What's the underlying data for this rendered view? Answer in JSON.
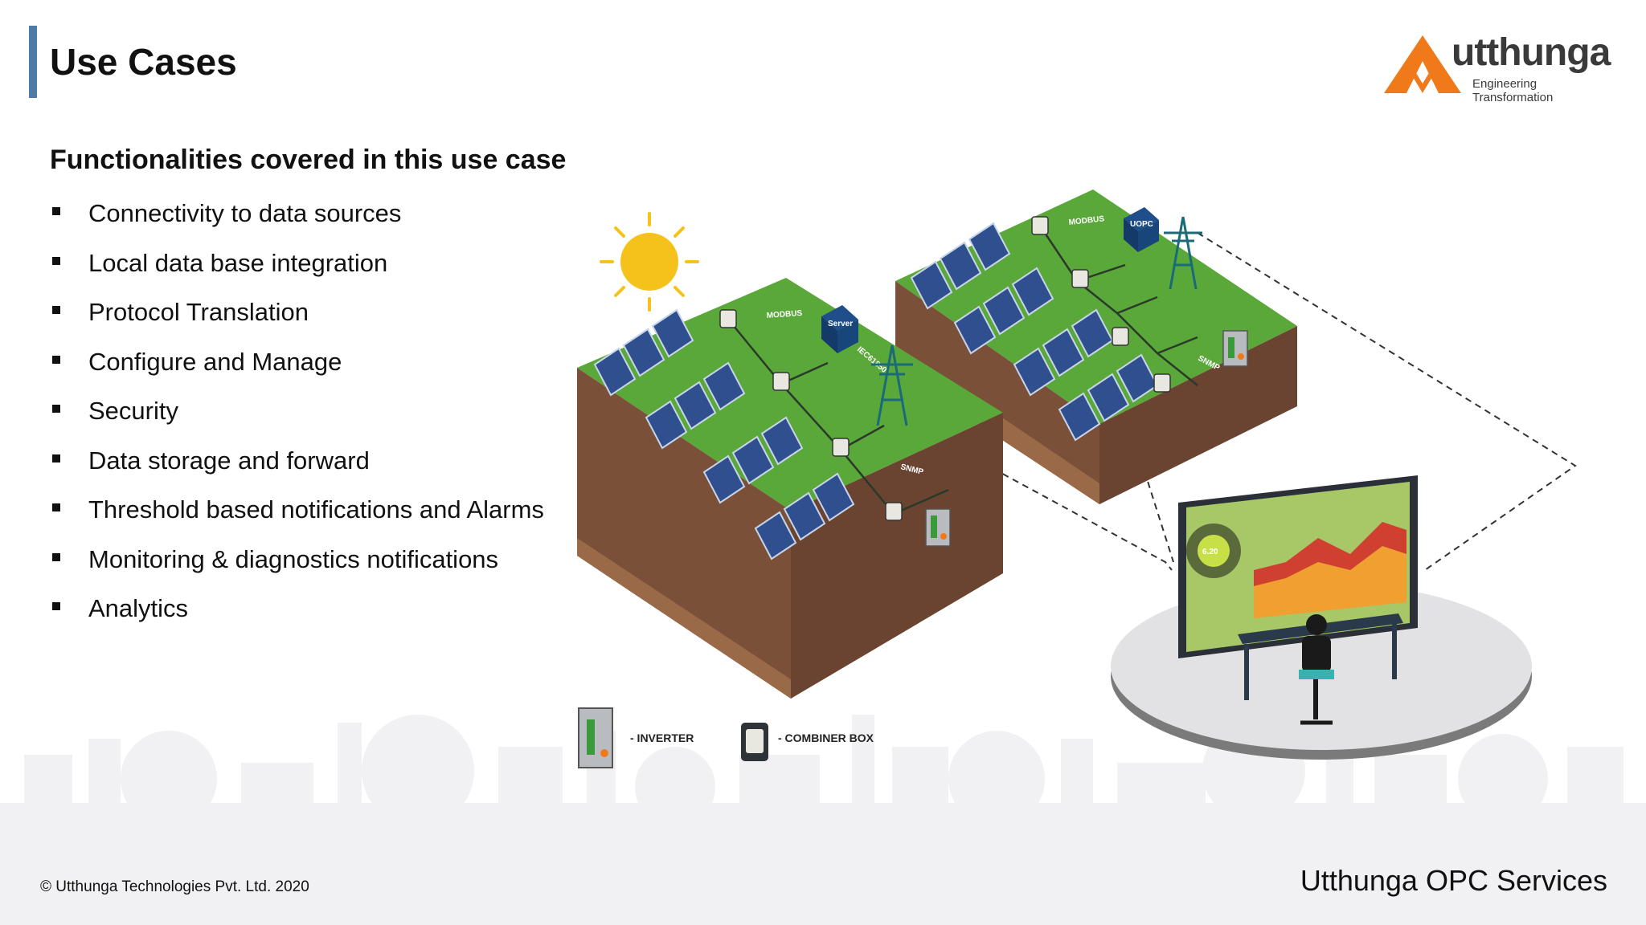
{
  "header": {
    "title": "Use Cases",
    "logo_word": "utthunga",
    "logo_tagline": "Engineering Transformation"
  },
  "content": {
    "subtitle": "Functionalities covered in this use case",
    "items": [
      "Connectivity to data sources",
      "Local data base integration",
      "Protocol Translation",
      "Configure and Manage",
      "Security",
      "Data storage and forward",
      "Threshold based notifications and Alarms",
      "Monitoring & diagnostics notifications",
      "Analytics"
    ]
  },
  "illustration": {
    "protocol_modbus": "MODBUS",
    "protocol_snmp": "SNMP",
    "protocol_iec": "IEC61850",
    "server_label": "UOPC",
    "server_sub": "Server",
    "dashboard_value": "6.20",
    "legend_inverter": "- INVERTER",
    "legend_combiner": "- COMBINER BOX",
    "colors": {
      "grass": "#5aa83a",
      "soil": "#7a5038",
      "panel": "#2f4f8f",
      "accent": "#f07a1a"
    }
  },
  "footer": {
    "copyright": "© Utthunga Technologies Pvt. Ltd. 2020",
    "brand": "Utthunga OPC Services"
  }
}
